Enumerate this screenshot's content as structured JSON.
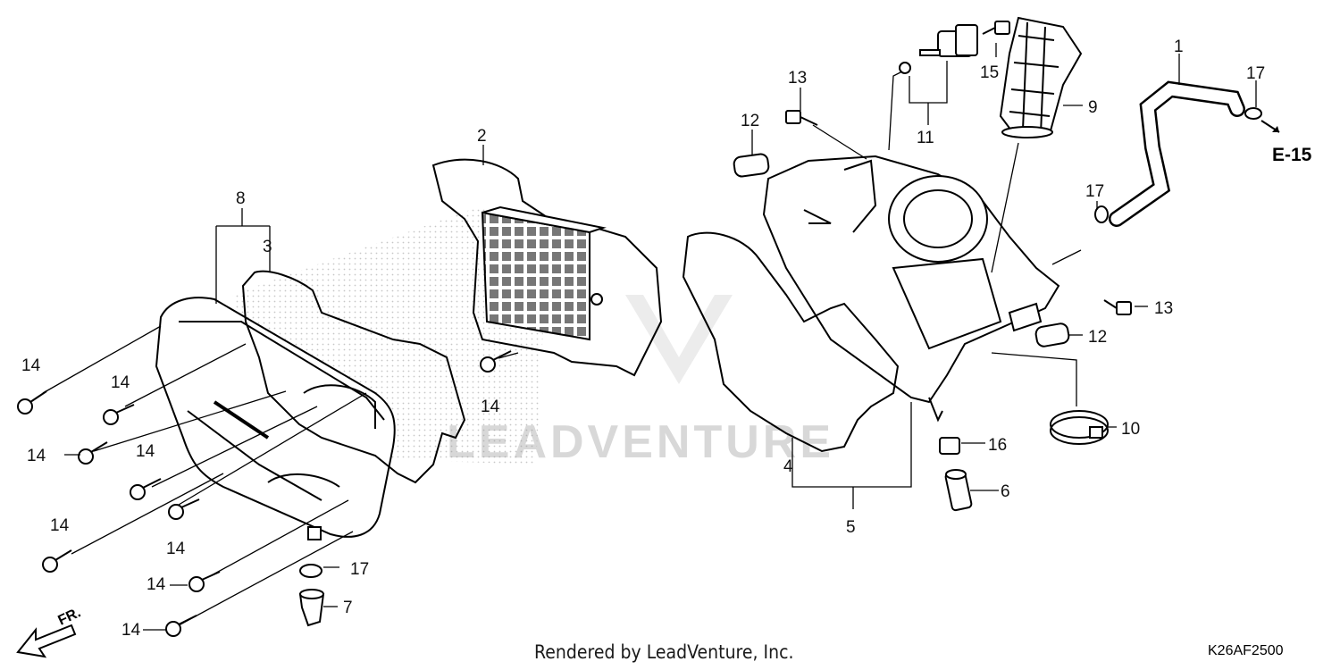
{
  "diagram": {
    "footer_credit": "Rendered by LeadVenture, Inc.",
    "diagram_code": "K26AF2500",
    "reference": "E-15",
    "front_indicator": "FR.",
    "watermark": "LEADVENTURE",
    "callouts": {
      "n1": "1",
      "n2": "2",
      "n3": "3",
      "n4": "4",
      "n5": "5",
      "n6": "6",
      "n7": "7",
      "n8": "8",
      "n9": "9",
      "n10": "10",
      "n11": "11",
      "n12": "12",
      "n13": "13",
      "n14": "14",
      "n15": "15",
      "n16": "16",
      "n17": "17"
    }
  }
}
